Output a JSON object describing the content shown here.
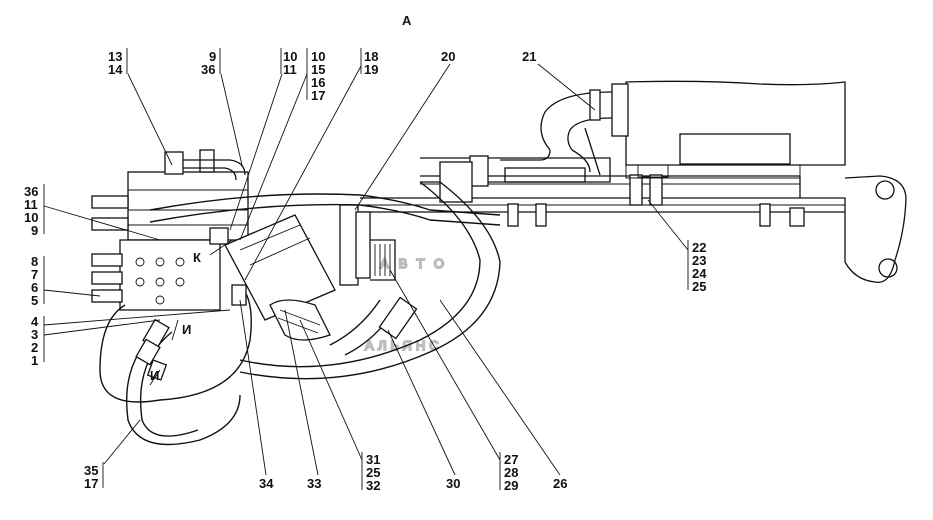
{
  "view_label": "А",
  "watermark": {
    "line1": "АВТО",
    "line2": "АЛЬЯНС"
  },
  "callouts": {
    "c13_14": [
      "13",
      "14"
    ],
    "c9_36": [
      "9",
      "36"
    ],
    "c10_11": [
      "10",
      "11"
    ],
    "c10_15_16_17": [
      "10",
      "15",
      "16",
      "17"
    ],
    "c18_19": [
      "18",
      "19"
    ],
    "c20": "20",
    "c21": "21",
    "c36_11_10_9": [
      "36",
      "11",
      "10",
      "9"
    ],
    "c8_7_6_5": [
      "8",
      "7",
      "6",
      "5"
    ],
    "c4_3_2_1": [
      "4",
      "3",
      "2",
      "1"
    ],
    "c22_23_24_25": [
      "22",
      "23",
      "24",
      "25"
    ],
    "c35_17": [
      "35",
      "17"
    ],
    "c34": "34",
    "c33": "33",
    "c31_25_32": [
      "31",
      "25",
      "32"
    ],
    "c30": "30",
    "c27_28_29": [
      "27",
      "28",
      "29"
    ],
    "c26": "26",
    "marker_k": "К",
    "marker_i1": "И",
    "marker_i2": "И"
  }
}
